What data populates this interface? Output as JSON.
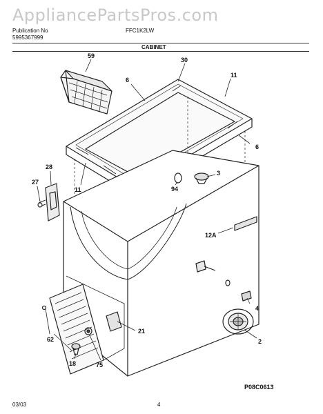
{
  "watermark": "AppliancePartsPros.com",
  "header": {
    "publication_label": "Publication No",
    "publication_number": "5995367999",
    "model": "FFC1K2LW",
    "section": "CABINET"
  },
  "callouts": [
    "59",
    "30",
    "6",
    "11",
    "6",
    "28",
    "27",
    "11",
    "94",
    "3",
    "12A",
    "4",
    "21",
    "2",
    "62",
    "18",
    "75"
  ],
  "figure_code": "P08C0613",
  "footer": {
    "date": "03/03",
    "page": "4"
  }
}
